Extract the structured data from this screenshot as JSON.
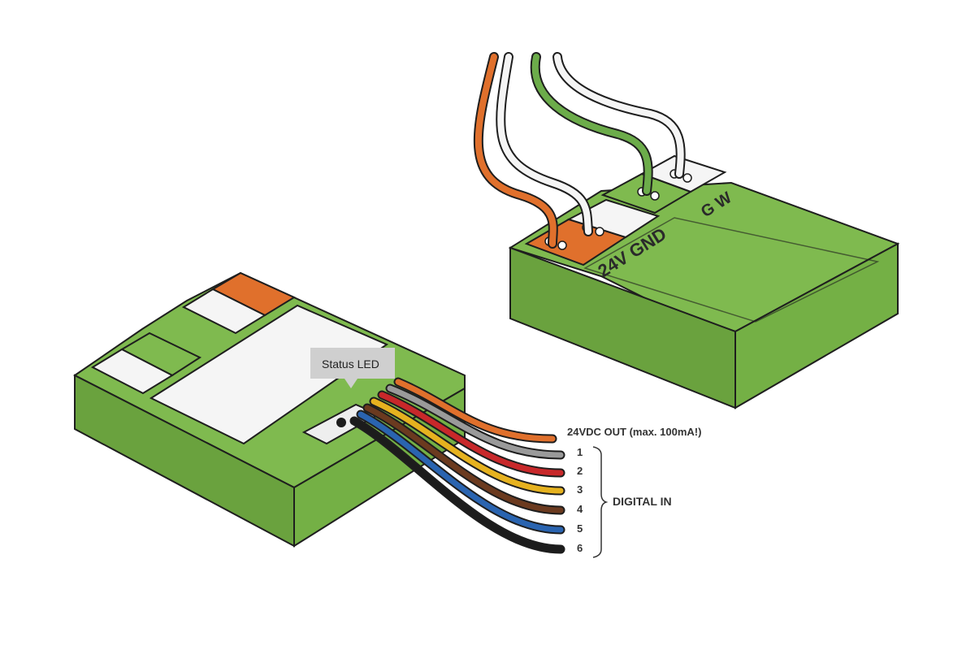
{
  "module_a": {
    "callout": "Status LED",
    "power_wire_label": "24VDC OUT (max. 100mA!)",
    "digital_group_label": "DIGITAL IN",
    "digital_inputs": [
      "1",
      "2",
      "3",
      "4",
      "5",
      "6"
    ]
  },
  "module_b": {
    "terminal_left_label": "24V GND",
    "terminal_right_label": "G W"
  },
  "colors": {
    "housing": "#7fba4f",
    "housing_dark": "#6aa23e",
    "outline": "#1e1e1e",
    "orange": "#e0702c",
    "white": "#f5f5f5",
    "green_wire": "#6cac4a",
    "gray": "#9a9a9a",
    "red": "#c8282a",
    "yellow": "#e6b21f",
    "brown": "#6b3a1f",
    "blue": "#2a64b0",
    "black": "#1c1c1c"
  }
}
